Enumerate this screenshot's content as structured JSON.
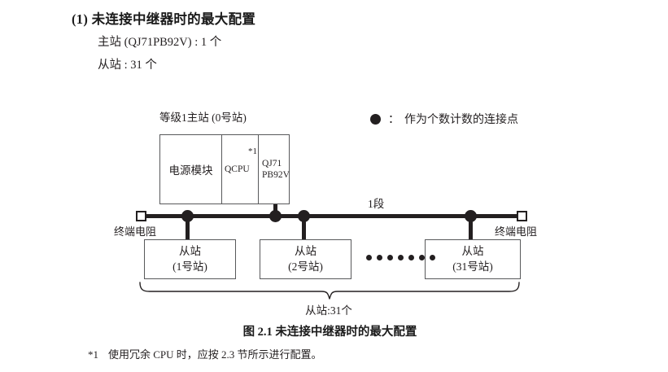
{
  "section": {
    "title": "(1) 未连接中继器时的最大配置",
    "line1": "主站 (QJ71PB92V) : 1 个",
    "line2": "从站 : 31 个"
  },
  "legend": {
    "symbol": "filled-circle",
    "separator": "：",
    "text": "作为个数计数的连接点"
  },
  "diagram": {
    "master_label": "等级1主站 (0号站)",
    "rack": {
      "power_module": "电源模块",
      "cpu_module": "QCPU",
      "cpu_footnote": "*1",
      "network_module_line1": "QJ71",
      "network_module_line2": "PB92V"
    },
    "segment_label": "1段",
    "terminator_left": "终端电阻",
    "terminator_right": "终端电阻",
    "slaves": [
      {
        "title": "从站",
        "station": "(1号站)"
      },
      {
        "title": "从站",
        "station": "(2号站)"
      },
      {
        "title": "从站",
        "station": "(31号站)"
      }
    ],
    "ellipsis_count": 7,
    "brace_label": "从站:31个"
  },
  "figure_caption": "图 2.1  未连接中继器时的最大配置",
  "footnote": {
    "mark": "*1",
    "text": "使用冗余 CPU 时，应按 2.3 节所示进行配置。"
  }
}
